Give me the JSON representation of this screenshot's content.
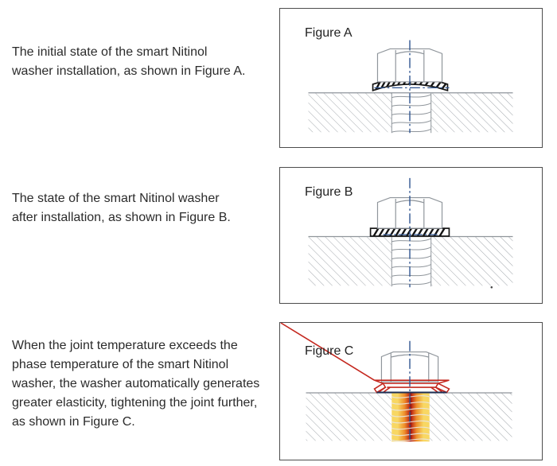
{
  "left_panel": {
    "paragraphs": [
      {
        "lines": [
          "The initial state of the smart Nitinol",
          "washer installation, as shown in Figure A."
        ]
      },
      {
        "lines": [
          "The state of the smart Nitinol washer",
          "after installation, as shown in Figure B."
        ]
      },
      {
        "lines": [
          "When the joint temperature exceeds the",
          "phase temperature of the smart Nitinol",
          "washer, the washer automatically generates",
          "greater elasticity, tightening the joint further,",
          "as shown in Figure C."
        ]
      }
    ]
  },
  "figures": [
    {
      "label": "Figure A"
    },
    {
      "label": "Figure B"
    },
    {
      "label": "Figure C"
    }
  ],
  "colors": {
    "text": "#2b2b2b",
    "box_border": "#4d4d4d",
    "draw_line": "#8f959b",
    "hatch_line": "#a3a8ad",
    "washer_dark": "#141414",
    "centerline_blue": "#2e5490",
    "washer_red": "#c4281f",
    "base_navy": "#1f3055",
    "heat_yellow": "#f8d763",
    "heat_orange": "#ef8f2b",
    "heat_red": "#c43418",
    "heat_core": "#8e1410"
  }
}
